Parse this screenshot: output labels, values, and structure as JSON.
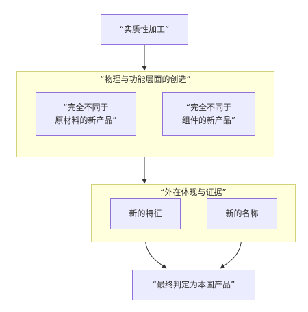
{
  "nodes": {
    "processing": "“实质性加工”",
    "group_creation": "“物理与功能层面的创造”",
    "diff_raw": "“完全不同于\n原材料的新产品”",
    "diff_component": "“完全不同于\n组件的新产品”",
    "group_evidence": "“外在体现与证据”",
    "new_feature": "新的特征",
    "new_name": "新的名称",
    "final": "“最终判定为本国产品”"
  },
  "colors": {
    "node_fill": "#ececff",
    "node_border": "#9370db",
    "group_fill": "#ffffde",
    "group_border": "#d2d27a",
    "edge": "#333333"
  }
}
